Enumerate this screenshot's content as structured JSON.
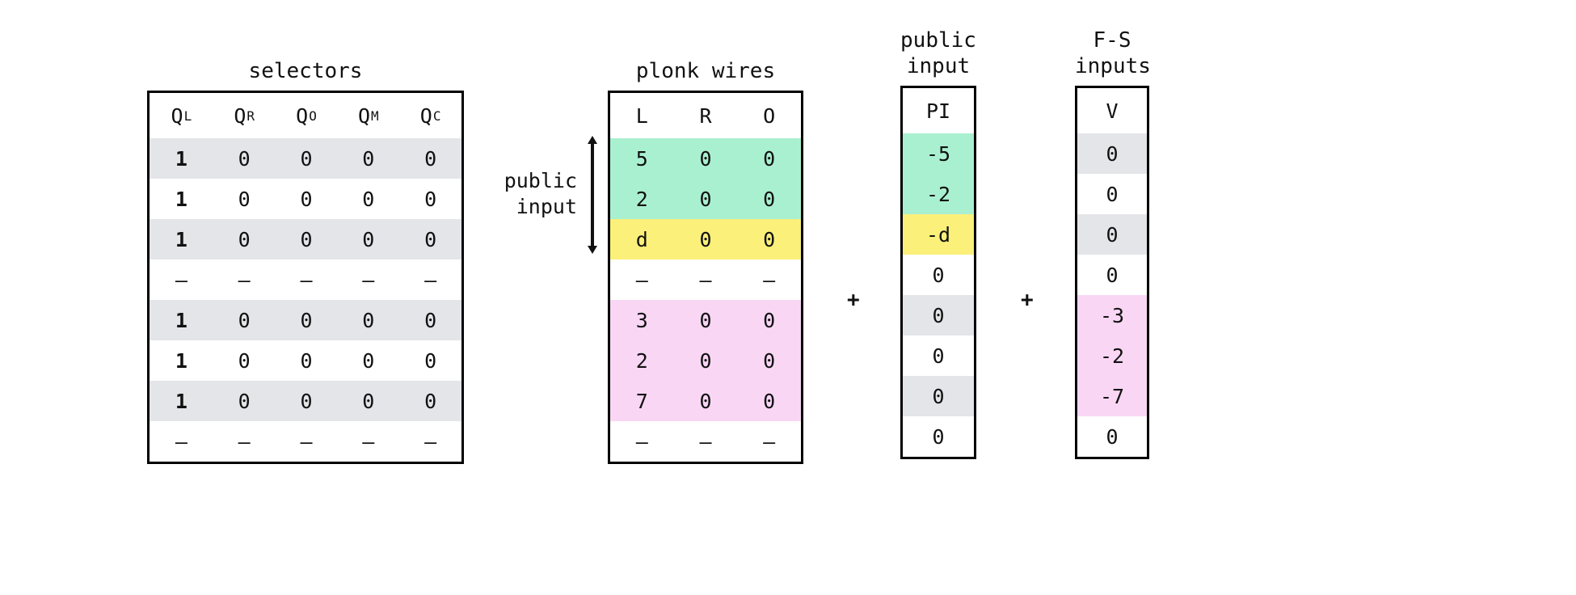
{
  "tables": [
    {
      "id": "selectors",
      "title": "selectors",
      "headers": [
        "Q",
        "Q",
        "Q",
        "Q",
        "Q"
      ],
      "header_subs": [
        "L",
        "R",
        "O",
        "M",
        "C"
      ],
      "rows": [
        {
          "cells": [
            "1",
            "0",
            "0",
            "0",
            "0"
          ],
          "band": "grey",
          "bold_first": true
        },
        {
          "cells": [
            "1",
            "0",
            "0",
            "0",
            "0"
          ],
          "band": "white",
          "bold_first": true
        },
        {
          "cells": [
            "1",
            "0",
            "0",
            "0",
            "0"
          ],
          "band": "grey",
          "bold_first": true
        },
        {
          "cells": [
            "–",
            "–",
            "–",
            "–",
            "–"
          ],
          "band": "white",
          "bold_first": false
        },
        {
          "cells": [
            "1",
            "0",
            "0",
            "0",
            "0"
          ],
          "band": "grey",
          "bold_first": true
        },
        {
          "cells": [
            "1",
            "0",
            "0",
            "0",
            "0"
          ],
          "band": "white",
          "bold_first": true
        },
        {
          "cells": [
            "1",
            "0",
            "0",
            "0",
            "0"
          ],
          "band": "grey",
          "bold_first": true
        },
        {
          "cells": [
            "–",
            "–",
            "–",
            "–",
            "–"
          ],
          "band": "white",
          "bold_first": false
        }
      ]
    },
    {
      "id": "plonk",
      "title": "plonk wires",
      "headers": [
        "L",
        "R",
        "O"
      ],
      "header_subs": [
        "",
        "",
        ""
      ],
      "rows": [
        {
          "cells": [
            "5",
            "0",
            "0"
          ],
          "band": "green",
          "bold_first": false
        },
        {
          "cells": [
            "2",
            "0",
            "0"
          ],
          "band": "green",
          "bold_first": false
        },
        {
          "cells": [
            "d",
            "0",
            "0"
          ],
          "band": "yellow",
          "bold_first": false
        },
        {
          "cells": [
            "–",
            "–",
            "–"
          ],
          "band": "white",
          "bold_first": false
        },
        {
          "cells": [
            "3",
            "0",
            "0"
          ],
          "band": "pink",
          "bold_first": false
        },
        {
          "cells": [
            "2",
            "0",
            "0"
          ],
          "band": "pink",
          "bold_first": false
        },
        {
          "cells": [
            "7",
            "0",
            "0"
          ],
          "band": "pink",
          "bold_first": false
        },
        {
          "cells": [
            "–",
            "–",
            "–"
          ],
          "band": "white",
          "bold_first": false
        }
      ]
    },
    {
      "id": "pubinput",
      "title": "public\ninput",
      "headers": [
        "PI"
      ],
      "header_subs": [
        ""
      ],
      "rows": [
        {
          "cells": [
            "-5"
          ],
          "band": "green",
          "bold_first": false
        },
        {
          "cells": [
            "-2"
          ],
          "band": "green",
          "bold_first": false
        },
        {
          "cells": [
            "-d"
          ],
          "band": "yellow",
          "bold_first": false
        },
        {
          "cells": [
            "0"
          ],
          "band": "white",
          "bold_first": false
        },
        {
          "cells": [
            "0"
          ],
          "band": "grey",
          "bold_first": false
        },
        {
          "cells": [
            "0"
          ],
          "band": "white",
          "bold_first": false
        },
        {
          "cells": [
            "0"
          ],
          "band": "grey",
          "bold_first": false
        },
        {
          "cells": [
            "0"
          ],
          "band": "white",
          "bold_first": false
        }
      ]
    },
    {
      "id": "fsinputs",
      "title": "F-S\ninputs",
      "headers": [
        "V"
      ],
      "header_subs": [
        ""
      ],
      "rows": [
        {
          "cells": [
            "0"
          ],
          "band": "grey",
          "bold_first": false
        },
        {
          "cells": [
            "0"
          ],
          "band": "white",
          "bold_first": false
        },
        {
          "cells": [
            "0"
          ],
          "band": "grey",
          "bold_first": false
        },
        {
          "cells": [
            "0"
          ],
          "band": "white",
          "bold_first": false
        },
        {
          "cells": [
            "-3"
          ],
          "band": "pink",
          "bold_first": false
        },
        {
          "cells": [
            "-2"
          ],
          "band": "pink",
          "bold_first": false
        },
        {
          "cells": [
            "-7"
          ],
          "band": "pink",
          "bold_first": false
        },
        {
          "cells": [
            "0"
          ],
          "band": "white",
          "bold_first": false
        }
      ]
    }
  ],
  "operators": {
    "plus_1": "+",
    "plus_2": "+"
  },
  "annotation": {
    "public_input_label": "public\ninput"
  },
  "colors": {
    "green": "#a9f0d1",
    "yellow": "#faf07a",
    "pink": "#fad6f5",
    "grey": "#e3e5e8",
    "white": "#ffffff",
    "border": "#000000",
    "text": "#111111"
  }
}
